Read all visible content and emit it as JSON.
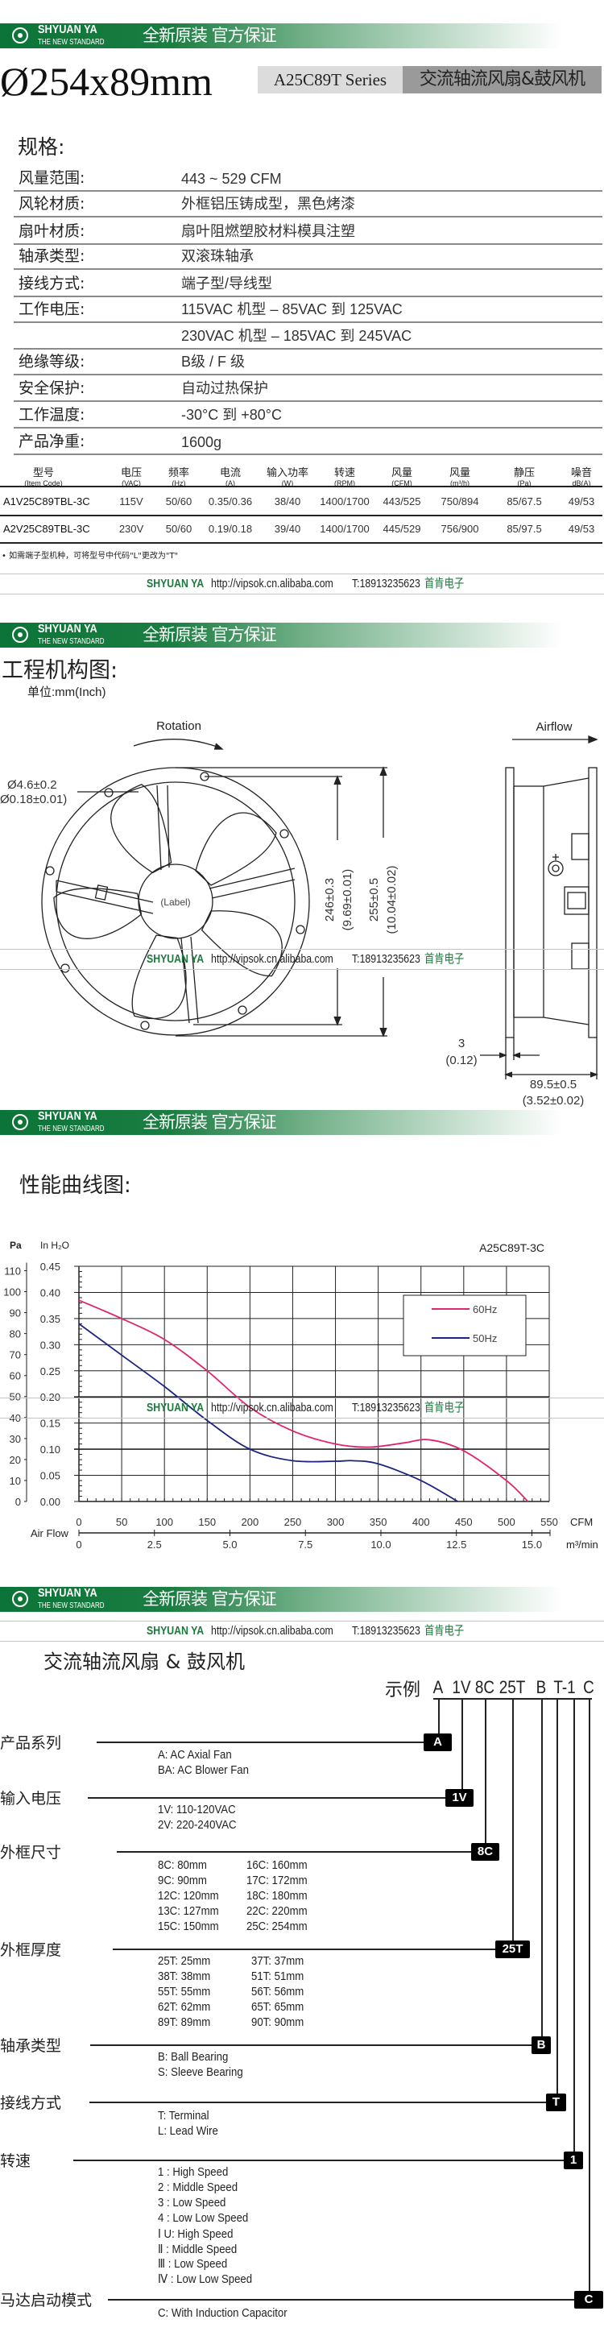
{
  "banner": {
    "brand": "SHYUAN  YA",
    "tagline": "THE NEW STANDARD",
    "slogan": "全新原装  官方保证",
    "color": "#0c7438"
  },
  "watermark": {
    "brand": "SHYUAN YA",
    "url": "http://vipsok.cn.alibaba.com",
    "phone": "T:18913235623",
    "company": "首肯电子"
  },
  "header": {
    "title": "Ø254x89mm",
    "series": "A25C89T Series",
    "series_cn": "交流轴流风扇&鼓风机"
  },
  "specs": {
    "heading": "规格:",
    "rows": [
      {
        "label": "风量范围:",
        "value": "443 ~ 529 CFM"
      },
      {
        "label": "风轮材质:",
        "value": "外框铝压铸成型，黑色烤漆"
      },
      {
        "label": "扇叶材质:",
        "value": "扇叶阻燃塑胶材料模具注塑"
      },
      {
        "label": "轴承类型:",
        "value": "双滚珠轴承"
      },
      {
        "label": "接线方式:",
        "value": "端子型/导线型"
      },
      {
        "label": "工作电压:",
        "value": "115VAC 机型   –   85VAC 到 125VAC"
      },
      {
        "label": "",
        "value": "230VAC 机型   –   185VAC 到 245VAC"
      },
      {
        "label": "绝缘等级:",
        "value": "B级 / F 级"
      },
      {
        "label": "安全保护:",
        "value": "自动过热保护"
      },
      {
        "label": "工作温度:",
        "value": "-30°C 到 +80°C"
      },
      {
        "label": "产品净重:",
        "value": "1600g"
      }
    ]
  },
  "table": {
    "headers": [
      {
        "cn": "型号",
        "en": "(Item Code)"
      },
      {
        "cn": "电压",
        "en": "(VAC)"
      },
      {
        "cn": "频率",
        "en": "(Hz)"
      },
      {
        "cn": "电流",
        "en": "(A)"
      },
      {
        "cn": "输入功率",
        "en": "(W)"
      },
      {
        "cn": "转速",
        "en": "(RPM)"
      },
      {
        "cn": "风量",
        "en": "(CFM)"
      },
      {
        "cn": "风量",
        "en": "(m³/h)"
      },
      {
        "cn": "静压",
        "en": "(Pa)"
      },
      {
        "cn": "噪音",
        "en": "dB(A)"
      }
    ],
    "rows": [
      [
        "A1V25C89TBL-3C",
        "115V",
        "50/60",
        "0.35/0.36",
        "38/40",
        "1400/1700",
        "443/525",
        "750/894",
        "85/67.5",
        "49/53"
      ],
      [
        "A2V25C89TBL-3C",
        "230V",
        "50/60",
        "0.19/0.18",
        "39/40",
        "1400/1700",
        "445/529",
        "756/900",
        "85/97.5",
        "49/53"
      ]
    ],
    "note": "• 如需端子型机种，可将型号中代码\"L\"更改为\"T\""
  },
  "drawing": {
    "heading": "工程机构图:",
    "unit": "单位:mm(Inch)",
    "rotation": "Rotation",
    "airflow": "Airflow",
    "hole_mm": "Ø4.6±0.2",
    "hole_in": "Ø0.18±0.01)",
    "label": "(Label)",
    "inner_mm": "246±0.3",
    "inner_in": "(9.69±0.01)",
    "outer_mm": "255±0.5",
    "outer_in": "(10.04±0.02)",
    "flange_mm": "3",
    "flange_in": "(0.12)",
    "depth_mm": "89.5±0.5",
    "depth_in": "(3.52±0.02)"
  },
  "performance": {
    "heading": "性能曲线图:"
  },
  "chart_data": {
    "type": "line",
    "title": "A25C89T-3C",
    "ylabel_left": "Pa",
    "ylabel_right": "In H₂O",
    "xlabel": "CFM",
    "xlabel2": "m³/min",
    "xaxis_caption": "Air Flow",
    "xlim": [
      0,
      550
    ],
    "ylim": [
      0,
      0.45
    ],
    "x_ticks": [
      0,
      50,
      100,
      150,
      200,
      250,
      300,
      350,
      400,
      450,
      500,
      550
    ],
    "y_ticks": [
      "0.00",
      "0.05",
      "0.10",
      "0.15",
      "0.20",
      "0.25",
      "0.30",
      "0.35",
      "0.40",
      "0.45"
    ],
    "pa_ticks": [
      0,
      10,
      20,
      30,
      40,
      50,
      60,
      70,
      80,
      90,
      100,
      110
    ],
    "x2_ticks": [
      "0",
      "2.5",
      "5.0",
      "7.5",
      "10.0",
      "12.5",
      "15.0"
    ],
    "grid": true,
    "legend": "top-right",
    "series": [
      {
        "name": "60Hz",
        "color": "#e0256f",
        "x": [
          0,
          50,
          100,
          150,
          200,
          250,
          300,
          340,
          380,
          410,
          450,
          500,
          525
        ],
        "y": [
          0.385,
          0.35,
          0.31,
          0.25,
          0.18,
          0.135,
          0.11,
          0.104,
          0.112,
          0.118,
          0.097,
          0.04,
          0.0
        ]
      },
      {
        "name": "50Hz",
        "color": "#1b2480",
        "x": [
          0,
          50,
          100,
          150,
          200,
          250,
          300,
          320,
          350,
          400,
          443
        ],
        "y": [
          0.34,
          0.28,
          0.22,
          0.155,
          0.1,
          0.078,
          0.077,
          0.078,
          0.072,
          0.04,
          0.0
        ]
      }
    ]
  },
  "model_code": {
    "title": "交流轴流风扇 & 鼓风机",
    "example_label": "示例",
    "example_parts": [
      "A",
      "1V",
      "8C",
      "25T",
      "B",
      "T-1",
      "C"
    ],
    "groups": [
      {
        "label": "产品系列",
        "code": "A",
        "items": [
          [
            "A:    AC Axial Fan"
          ],
          [
            "BA:  AC Blower Fan"
          ]
        ]
      },
      {
        "label": "输入电压",
        "code": "1V",
        "items": [
          [
            "1V:  110-120VAC"
          ],
          [
            "2V:  220-240VAC"
          ]
        ]
      },
      {
        "label": "外框尺寸",
        "code": "8C",
        "items": [
          [
            "8C:    80mm",
            "16C:  160mm"
          ],
          [
            "9C:    90mm",
            "17C:  172mm"
          ],
          [
            "12C: 120mm",
            "18C:   180mm"
          ],
          [
            "13C: 127mm",
            "22C:  220mm"
          ],
          [
            "15C: 150mm",
            "25C:  254mm"
          ]
        ]
      },
      {
        "label": "外框厚度",
        "code": "25T",
        "items": [
          [
            "25T:  25mm",
            "37T:  37mm"
          ],
          [
            "38T:  38mm",
            "51T:  51mm"
          ],
          [
            "55T:  55mm",
            "56T:  56mm"
          ],
          [
            "62T:  62mm",
            "65T:  65mm"
          ],
          [
            "89T:  89mm",
            "90T:  90mm"
          ]
        ]
      },
      {
        "label": "轴承类型",
        "code": "B",
        "items": [
          [
            "B:  Ball Bearing"
          ],
          [
            "S:  Sleeve Bearing"
          ]
        ]
      },
      {
        "label": "接线方式",
        "code": "T",
        "items": [
          [
            "T:  Terminal"
          ],
          [
            "L:  Lead Wire"
          ]
        ]
      },
      {
        "label": "转速",
        "code": "1",
        "items": [
          [
            "1 :  High Speed"
          ],
          [
            "2 :  Middle Speed"
          ],
          [
            "3 :  Low Speed"
          ],
          [
            "4 :  Low Low Speed"
          ],
          [
            "Ⅰ U:   High Speed"
          ],
          [
            "Ⅱ :   Middle Speed"
          ],
          [
            "Ⅲ :   Low Speed"
          ],
          [
            "Ⅳ :   Low Low Speed"
          ]
        ]
      },
      {
        "label": "马达启动模式",
        "code": "C",
        "items": [
          [
            "C: With Induction Capacitor"
          ]
        ]
      }
    ]
  }
}
